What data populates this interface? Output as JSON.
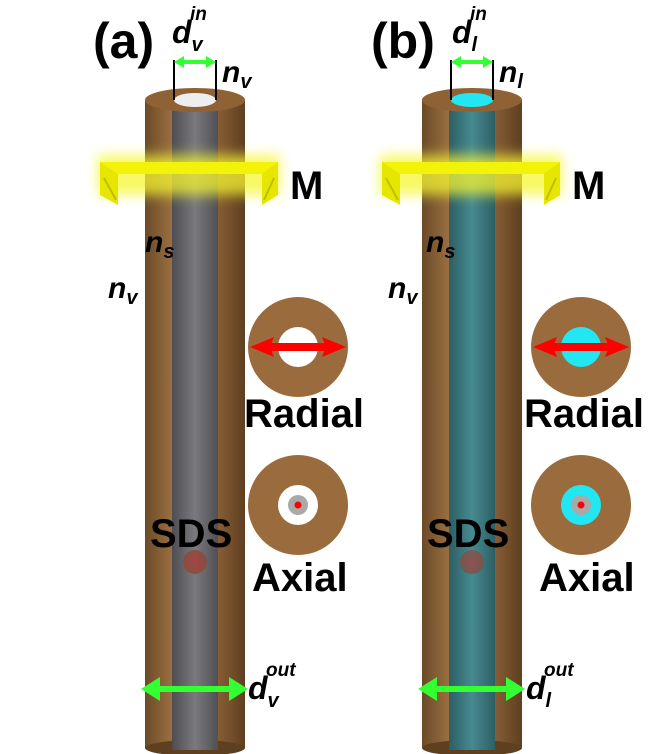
{
  "panels": [
    {
      "label": "(a)",
      "core_color": "#6e6e72",
      "core_top_color": "#eeeeee",
      "d_in": {
        "base": "d",
        "sub": "v",
        "sup": "in"
      },
      "n_core": {
        "base": "n",
        "sub": "v"
      },
      "mirror_label": "M",
      "n_s": {
        "base": "n",
        "sub": "s"
      },
      "n_out": {
        "base": "n",
        "sub": "v"
      },
      "radial_label": "Radial",
      "axial_label": "Axial",
      "sds_label": "SDS",
      "d_out": {
        "base": "d",
        "sub": "v",
        "sup": "out"
      }
    },
    {
      "label": "(b)",
      "core_color": "#3d7a80",
      "core_top_color": "#22e6f2",
      "d_in": {
        "base": "d",
        "sub": "l",
        "sup": "in"
      },
      "n_core": {
        "base": "n",
        "sub": "l"
      },
      "mirror_label": "M",
      "n_s": {
        "base": "n",
        "sub": "s"
      },
      "n_out": {
        "base": "n",
        "sub": "v"
      },
      "radial_label": "Radial",
      "axial_label": "Axial",
      "sds_label": "SDS",
      "d_out": {
        "base": "d",
        "sub": "l",
        "sup": "out"
      }
    }
  ],
  "colors": {
    "cladding": "#9a6b3c",
    "arrow_green": "#33ff33",
    "arrow_red": "#ff0000",
    "mirror_yellow": "#f3f30a"
  }
}
